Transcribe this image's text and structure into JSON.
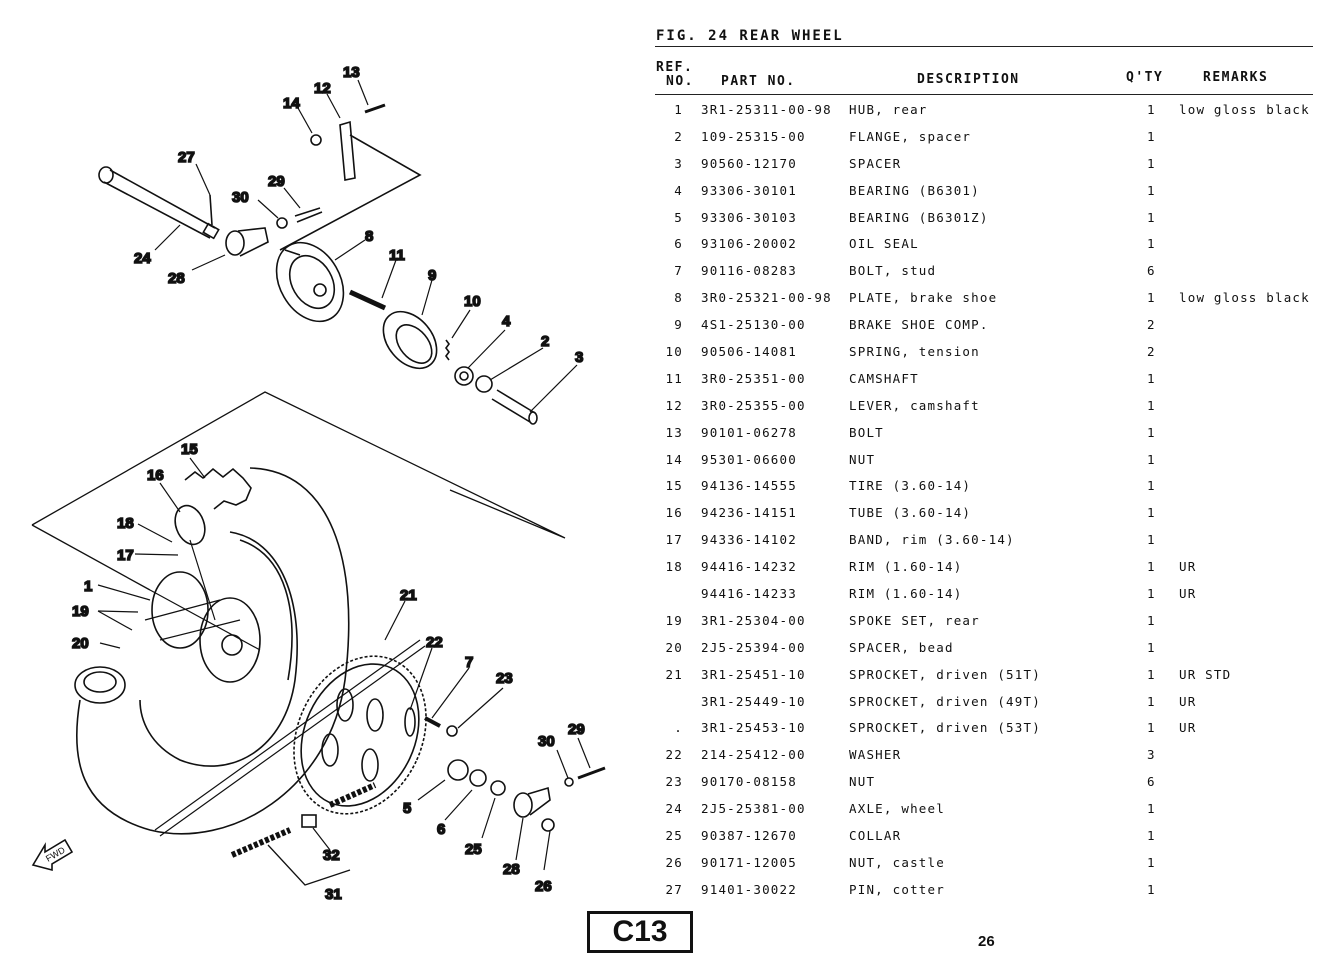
{
  "figure": {
    "title": "FIG. 24  REAR WHEEL",
    "section_code": "C13",
    "page_number": "26"
  },
  "table": {
    "headers": {
      "ref_line1": "REF.",
      "ref_line2": "NO.",
      "part_no": "PART NO.",
      "description": "DESCRIPTION",
      "qty": "Q'TY",
      "remarks": "REMARKS"
    },
    "rows": [
      {
        "ref": "1",
        "part": "3R1-25311-00-98",
        "desc": "HUB, rear",
        "qty": "1",
        "remarks": "low gloss black"
      },
      {
        "ref": "2",
        "part": "109-25315-00",
        "desc": "FLANGE, spacer",
        "qty": "1",
        "remarks": ""
      },
      {
        "ref": "3",
        "part": "90560-12170",
        "desc": "SPACER",
        "qty": "1",
        "remarks": ""
      },
      {
        "ref": "4",
        "part": "93306-30101",
        "desc": "BEARING (B6301)",
        "qty": "1",
        "remarks": ""
      },
      {
        "ref": "5",
        "part": "93306-30103",
        "desc": "BEARING (B6301Z)",
        "qty": "1",
        "remarks": ""
      },
      {
        "ref": "6",
        "part": "93106-20002",
        "desc": "OIL SEAL",
        "qty": "1",
        "remarks": ""
      },
      {
        "ref": "7",
        "part": "90116-08283",
        "desc": "BOLT, stud",
        "qty": "6",
        "remarks": ""
      },
      {
        "ref": "8",
        "part": "3R0-25321-00-98",
        "desc": "PLATE, brake shoe",
        "qty": "1",
        "remarks": "low gloss black"
      },
      {
        "ref": "9",
        "part": "4S1-25130-00",
        "desc": "BRAKE SHOE COMP.",
        "qty": "2",
        "remarks": ""
      },
      {
        "ref": "10",
        "part": "90506-14081",
        "desc": "SPRING, tension",
        "qty": "2",
        "remarks": ""
      },
      {
        "ref": "11",
        "part": "3R0-25351-00",
        "desc": "CAMSHAFT",
        "qty": "1",
        "remarks": ""
      },
      {
        "ref": "12",
        "part": "3R0-25355-00",
        "desc": "LEVER, camshaft",
        "qty": "1",
        "remarks": ""
      },
      {
        "ref": "13",
        "part": "90101-06278",
        "desc": "BOLT",
        "qty": "1",
        "remarks": ""
      },
      {
        "ref": "14",
        "part": "95301-06600",
        "desc": "NUT",
        "qty": "1",
        "remarks": ""
      },
      {
        "ref": "15",
        "part": "94136-14555",
        "desc": "TIRE (3.60-14)",
        "qty": "1",
        "remarks": ""
      },
      {
        "ref": "16",
        "part": "94236-14151",
        "desc": "TUBE (3.60-14)",
        "qty": "1",
        "remarks": ""
      },
      {
        "ref": "17",
        "part": "94336-14102",
        "desc": "BAND, rim (3.60-14)",
        "qty": "1",
        "remarks": ""
      },
      {
        "ref": "18",
        "part": "94416-14232",
        "desc": "RIM (1.60-14)",
        "qty": "1",
        "remarks": "UR"
      },
      {
        "ref": "",
        "part": "94416-14233",
        "desc": "RIM (1.60-14)",
        "qty": "1",
        "remarks": "UR"
      },
      {
        "ref": "19",
        "part": "3R1-25304-00",
        "desc": "SPOKE SET, rear",
        "qty": "1",
        "remarks": ""
      },
      {
        "ref": "20",
        "part": "2J5-25394-00",
        "desc": "SPACER, bead",
        "qty": "1",
        "remarks": ""
      },
      {
        "ref": "21",
        "part": "3R1-25451-10",
        "desc": "SPROCKET, driven (51T)",
        "qty": "1",
        "remarks": "UR STD"
      },
      {
        "ref": "",
        "part": "3R1-25449-10",
        "desc": "SPROCKET, driven (49T)",
        "qty": "1",
        "remarks": "UR"
      },
      {
        "ref": ".",
        "part": "3R1-25453-10",
        "desc": "SPROCKET, driven (53T)",
        "qty": "1",
        "remarks": "UR"
      },
      {
        "ref": "22",
        "part": "214-25412-00",
        "desc": "WASHER",
        "qty": "3",
        "remarks": ""
      },
      {
        "ref": "23",
        "part": "90170-08158",
        "desc": "NUT",
        "qty": "6",
        "remarks": ""
      },
      {
        "ref": "24",
        "part": "2J5-25381-00",
        "desc": "AXLE, wheel",
        "qty": "1",
        "remarks": ""
      },
      {
        "ref": "25",
        "part": "90387-12670",
        "desc": "COLLAR",
        "qty": "1",
        "remarks": ""
      },
      {
        "ref": "26",
        "part": "90171-12005",
        "desc": "NUT, castle",
        "qty": "1",
        "remarks": ""
      },
      {
        "ref": "27",
        "part": "91401-30022",
        "desc": "PIN, cotter",
        "qty": "1",
        "remarks": ""
      }
    ]
  },
  "diagram": {
    "callouts": [
      "1",
      "2",
      "3",
      "4",
      "5",
      "6",
      "7",
      "8",
      "9",
      "10",
      "11",
      "12",
      "13",
      "14",
      "15",
      "16",
      "17",
      "18",
      "19",
      "20",
      "21",
      "22",
      "23",
      "24",
      "25",
      "26",
      "27",
      "28",
      "29",
      "30",
      "31",
      "32"
    ],
    "fwd_label": "FWD",
    "labels": {
      "c13": "13",
      "c12": "12",
      "c14": "14",
      "c27": "27",
      "c29": "29",
      "c30": "30",
      "c24": "24",
      "c28a": "28",
      "c8": "8",
      "c11": "11",
      "c9": "9",
      "c10": "10",
      "c4": "4",
      "c2": "2",
      "c3": "3",
      "c15": "15",
      "c16": "16",
      "c18": "18",
      "c17": "17",
      "c1": "1",
      "c19": "19",
      "c20": "20",
      "c21": "21",
      "c22": "22",
      "c7": "7",
      "c23": "23",
      "c30b": "30",
      "c29b": "29",
      "c5": "5",
      "c6": "6",
      "c25": "25",
      "c28b": "28",
      "c26": "26",
      "c32": "32",
      "c31": "31"
    }
  }
}
